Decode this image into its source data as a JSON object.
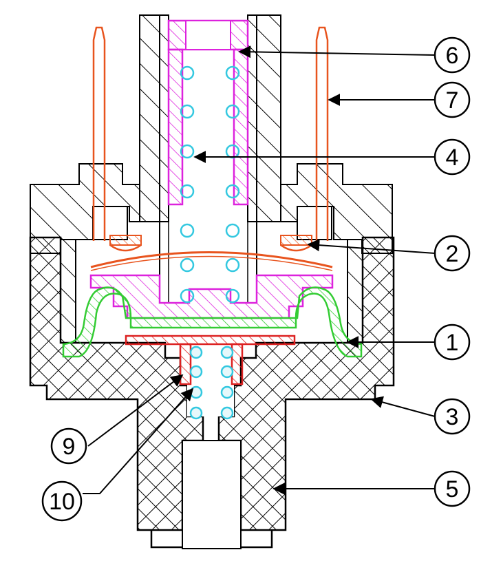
{
  "callouts": [
    {
      "id": "c1",
      "label": "1"
    },
    {
      "id": "c2",
      "label": "2"
    },
    {
      "id": "c3",
      "label": "3"
    },
    {
      "id": "c4",
      "label": "4"
    },
    {
      "id": "c5",
      "label": "5"
    },
    {
      "id": "c6",
      "label": "6"
    },
    {
      "id": "c7",
      "label": "7"
    },
    {
      "id": "c9",
      "label": "9"
    },
    {
      "id": "c10",
      "label": "10"
    }
  ],
  "colors": {
    "outline": "#000000",
    "cover_hatch": "#000000",
    "base_crosshatch": "#000000",
    "diaphragm": "#33cc33",
    "contact_plate": "#e8541e",
    "push_piece": "#dd22dd",
    "spring": "#33c8e0",
    "lower_disc": "#dd2222",
    "terminal_pin": "#e8541e"
  }
}
